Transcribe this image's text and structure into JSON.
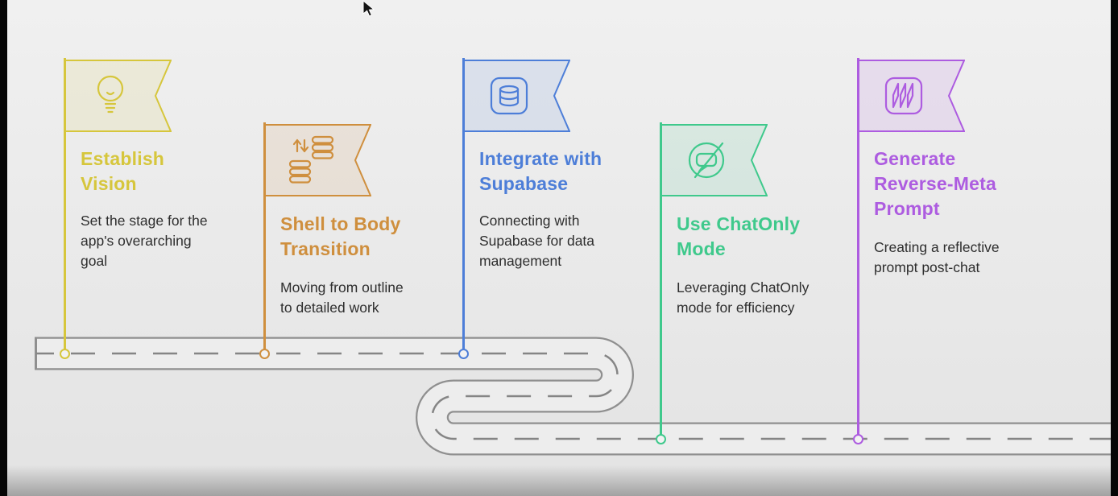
{
  "colors": {
    "background": "#e9e9e9",
    "road_border": "#8f8f8f",
    "road_surface": "#ededed",
    "road_dash": "#858585",
    "body_text": "#2e2e2e",
    "letterbox": "#060606"
  },
  "milestones": [
    {
      "id": "establish-vision",
      "title": "Establish\nVision",
      "description": "Set the stage for the\napp's overarching\ngoal",
      "color": "#d6c63c",
      "icon": "lightbulb-icon"
    },
    {
      "id": "shell-to-body-transition",
      "title": "Shell to Body\nTransition",
      "description": "Moving from outline\nto detailed work",
      "color": "#cf8f3e",
      "icon": "data-migration-icon"
    },
    {
      "id": "integrate-with-supabase",
      "title": "Integrate with\nSupabase",
      "description": "Connecting with\nSupabase for data\nmanagement",
      "color": "#4d7ed8",
      "icon": "database-icon"
    },
    {
      "id": "use-chatonly-mode",
      "title": "Use ChatOnly\nMode",
      "description": "Leveraging ChatOnly\nmode for efficiency",
      "color": "#3fc98c",
      "icon": "chat-disabled-icon"
    },
    {
      "id": "generate-reverse-meta-prompt",
      "title": "Generate\nReverse-Meta\nPrompt",
      "description": "Creating a reflective\nprompt post-chat",
      "color": "#ad5ce0",
      "icon": "miro-icon"
    }
  ]
}
